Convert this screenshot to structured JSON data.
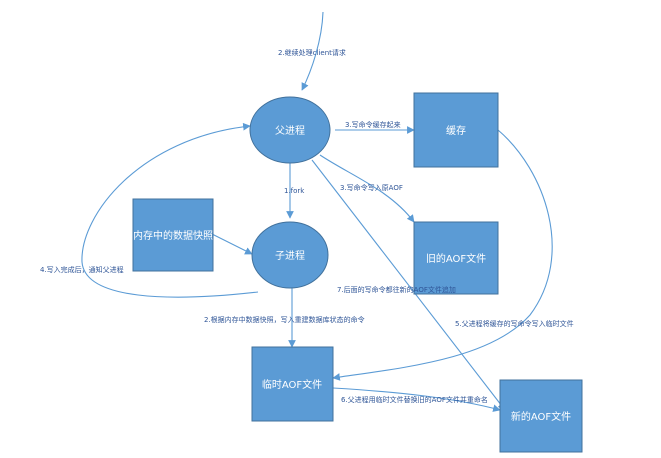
{
  "nodes": {
    "parent_process": "父进程",
    "child_process": "子进程",
    "buffer": "缓存",
    "memory_snapshot": "内存中的数据快照",
    "old_aof": "旧的AOF文件",
    "temp_aof": "临时AOF文件",
    "new_aof": "新的AOF文件"
  },
  "edges": {
    "e2_continue": "2.继续处理client请求",
    "e3_buffer": "3.写命令缓存起来",
    "e1_fork": "1.fork",
    "e3_old_aof": "3.写命令写入原AOF",
    "e4_notify": "4.写入完成后，通知父进程",
    "e7_later": "7.后面的写命令都往新的AOF文件追加",
    "e2_snapshot": "2.根据内存中数据快照，写入重建数据库状态的命令",
    "e5_buffer_to_temp": "5.父进程将缓存的写命令写入临时文件",
    "e6_replace": "6.父进程用临时文件替换旧的AOF文件并重命名"
  },
  "colors": {
    "shape_fill": "#5b9bd5",
    "shape_stroke": "#41719c",
    "arrow": "#5b9bd5",
    "label_text": "#2f5597"
  }
}
